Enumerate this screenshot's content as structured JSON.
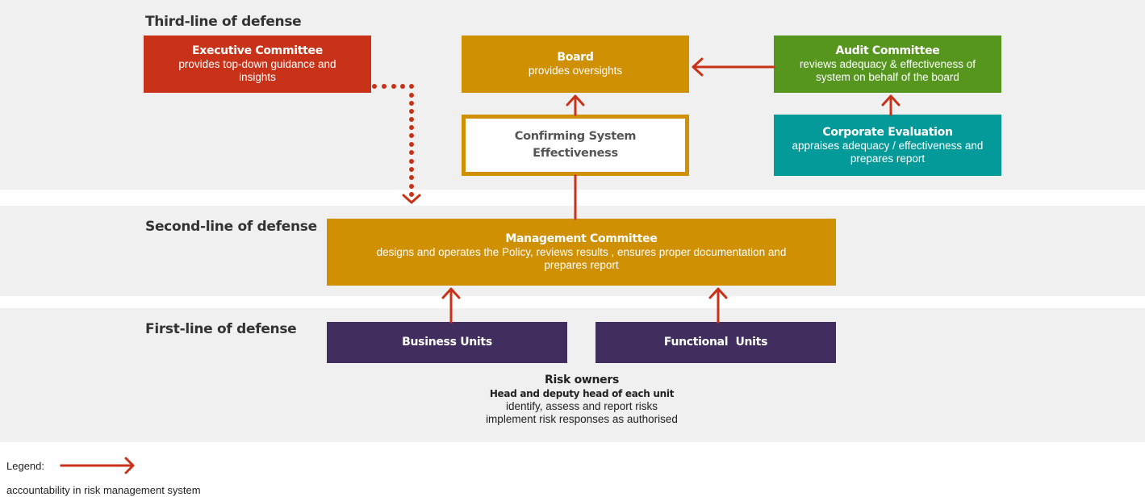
{
  "colors": {
    "band": "#f0f0f0",
    "executive": "#c83218",
    "board": "#d09003",
    "audit": "#56961f",
    "corporate": "#049a9a",
    "management": "#d09003",
    "units": "#412e5e",
    "arrow": "#c83218"
  },
  "lines": {
    "third": "Third-line of defense",
    "second": "Second-line of defense",
    "first": "First-line of defense"
  },
  "boxes": {
    "executive": {
      "title": "Executive Committee",
      "subtitle": "provides top-down guidance and insights"
    },
    "board": {
      "title": "Board",
      "subtitle": "provides oversights"
    },
    "confirming": {
      "title": "Confirming System Effectiveness"
    },
    "audit": {
      "title": "Audit Committee",
      "subtitle": "reviews adequacy & effectiveness of system on behalf of the board"
    },
    "corporate": {
      "title": "Corporate Evaluation",
      "subtitle": "appraises adequacy / effectiveness and prepares report"
    },
    "management": {
      "title": "Management Committee",
      "subtitle": "designs and operates the Policy, reviews results , ensures proper documentation and prepares report"
    },
    "business_units": {
      "title": "Business Units"
    },
    "functional_units": {
      "title": "Functional  Units"
    }
  },
  "risk_owners": {
    "title": "Risk owners",
    "subtitle": "Head and deputy head of each unit",
    "lines": [
      "identify, assess and report risks",
      "implement risk responses as authorised"
    ]
  },
  "legend": {
    "label": "Legend:",
    "description": "accountability in risk management system",
    "icon": "arrow-right-icon"
  }
}
